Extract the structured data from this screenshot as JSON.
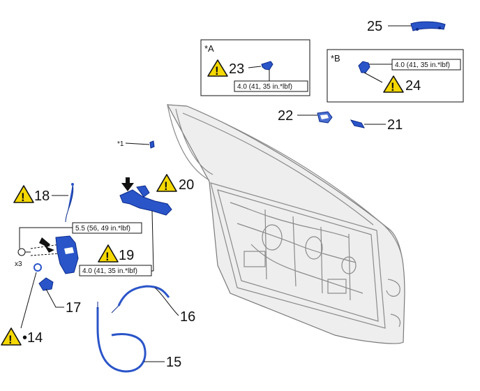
{
  "diagram": {
    "box_a": {
      "tag": "*A",
      "part": "23",
      "torque": "4.0 (41, 35 in.*lbf)"
    },
    "box_b": {
      "tag": "*B",
      "part": "24",
      "torque": "4.0 (41, 35 in.*lbf)"
    },
    "star1": "*1",
    "torque_top": "5.5 (56, 49 in.*lbf)",
    "torque_bottom": "4.0 (41, 35 in.*lbf)",
    "qty": "x3",
    "parts": {
      "p14": "•14",
      "p15": "15",
      "p16": "16",
      "p17": "17",
      "p18": "18",
      "p19": "19",
      "p20": "20",
      "p21": "21",
      "p22": "22",
      "p25": "25"
    },
    "warning_mark": "!"
  },
  "colors": {
    "part_blue": "#2a55c9",
    "warning_yellow": "#f5d800"
  }
}
